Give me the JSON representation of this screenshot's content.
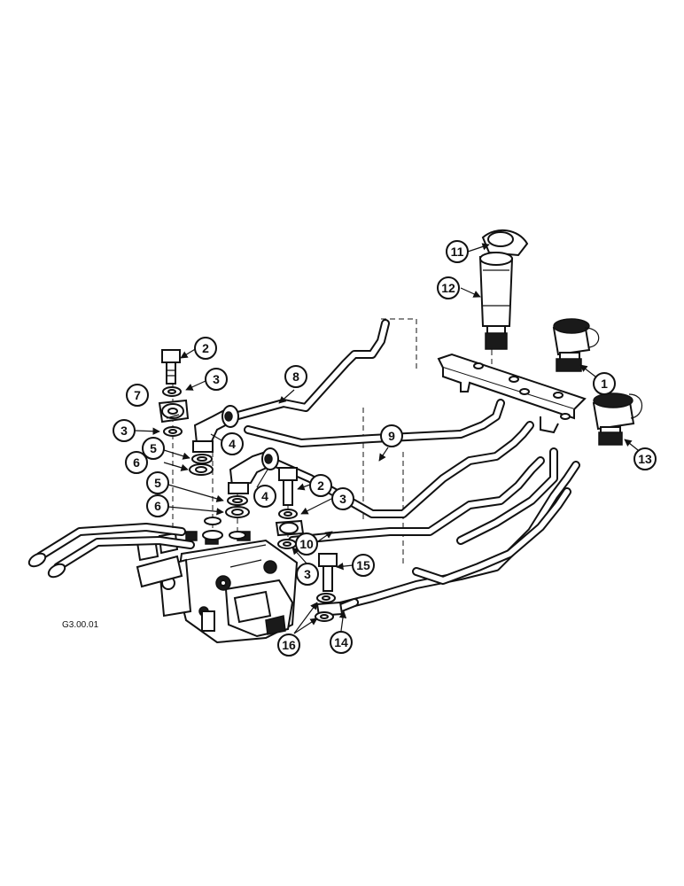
{
  "figure_code": "G3.00.01",
  "callouts": [
    "1",
    "2",
    "3",
    "4",
    "5",
    "6",
    "7",
    "8",
    "9",
    "10",
    "11",
    "12",
    "13",
    "14",
    "15",
    "16"
  ]
}
